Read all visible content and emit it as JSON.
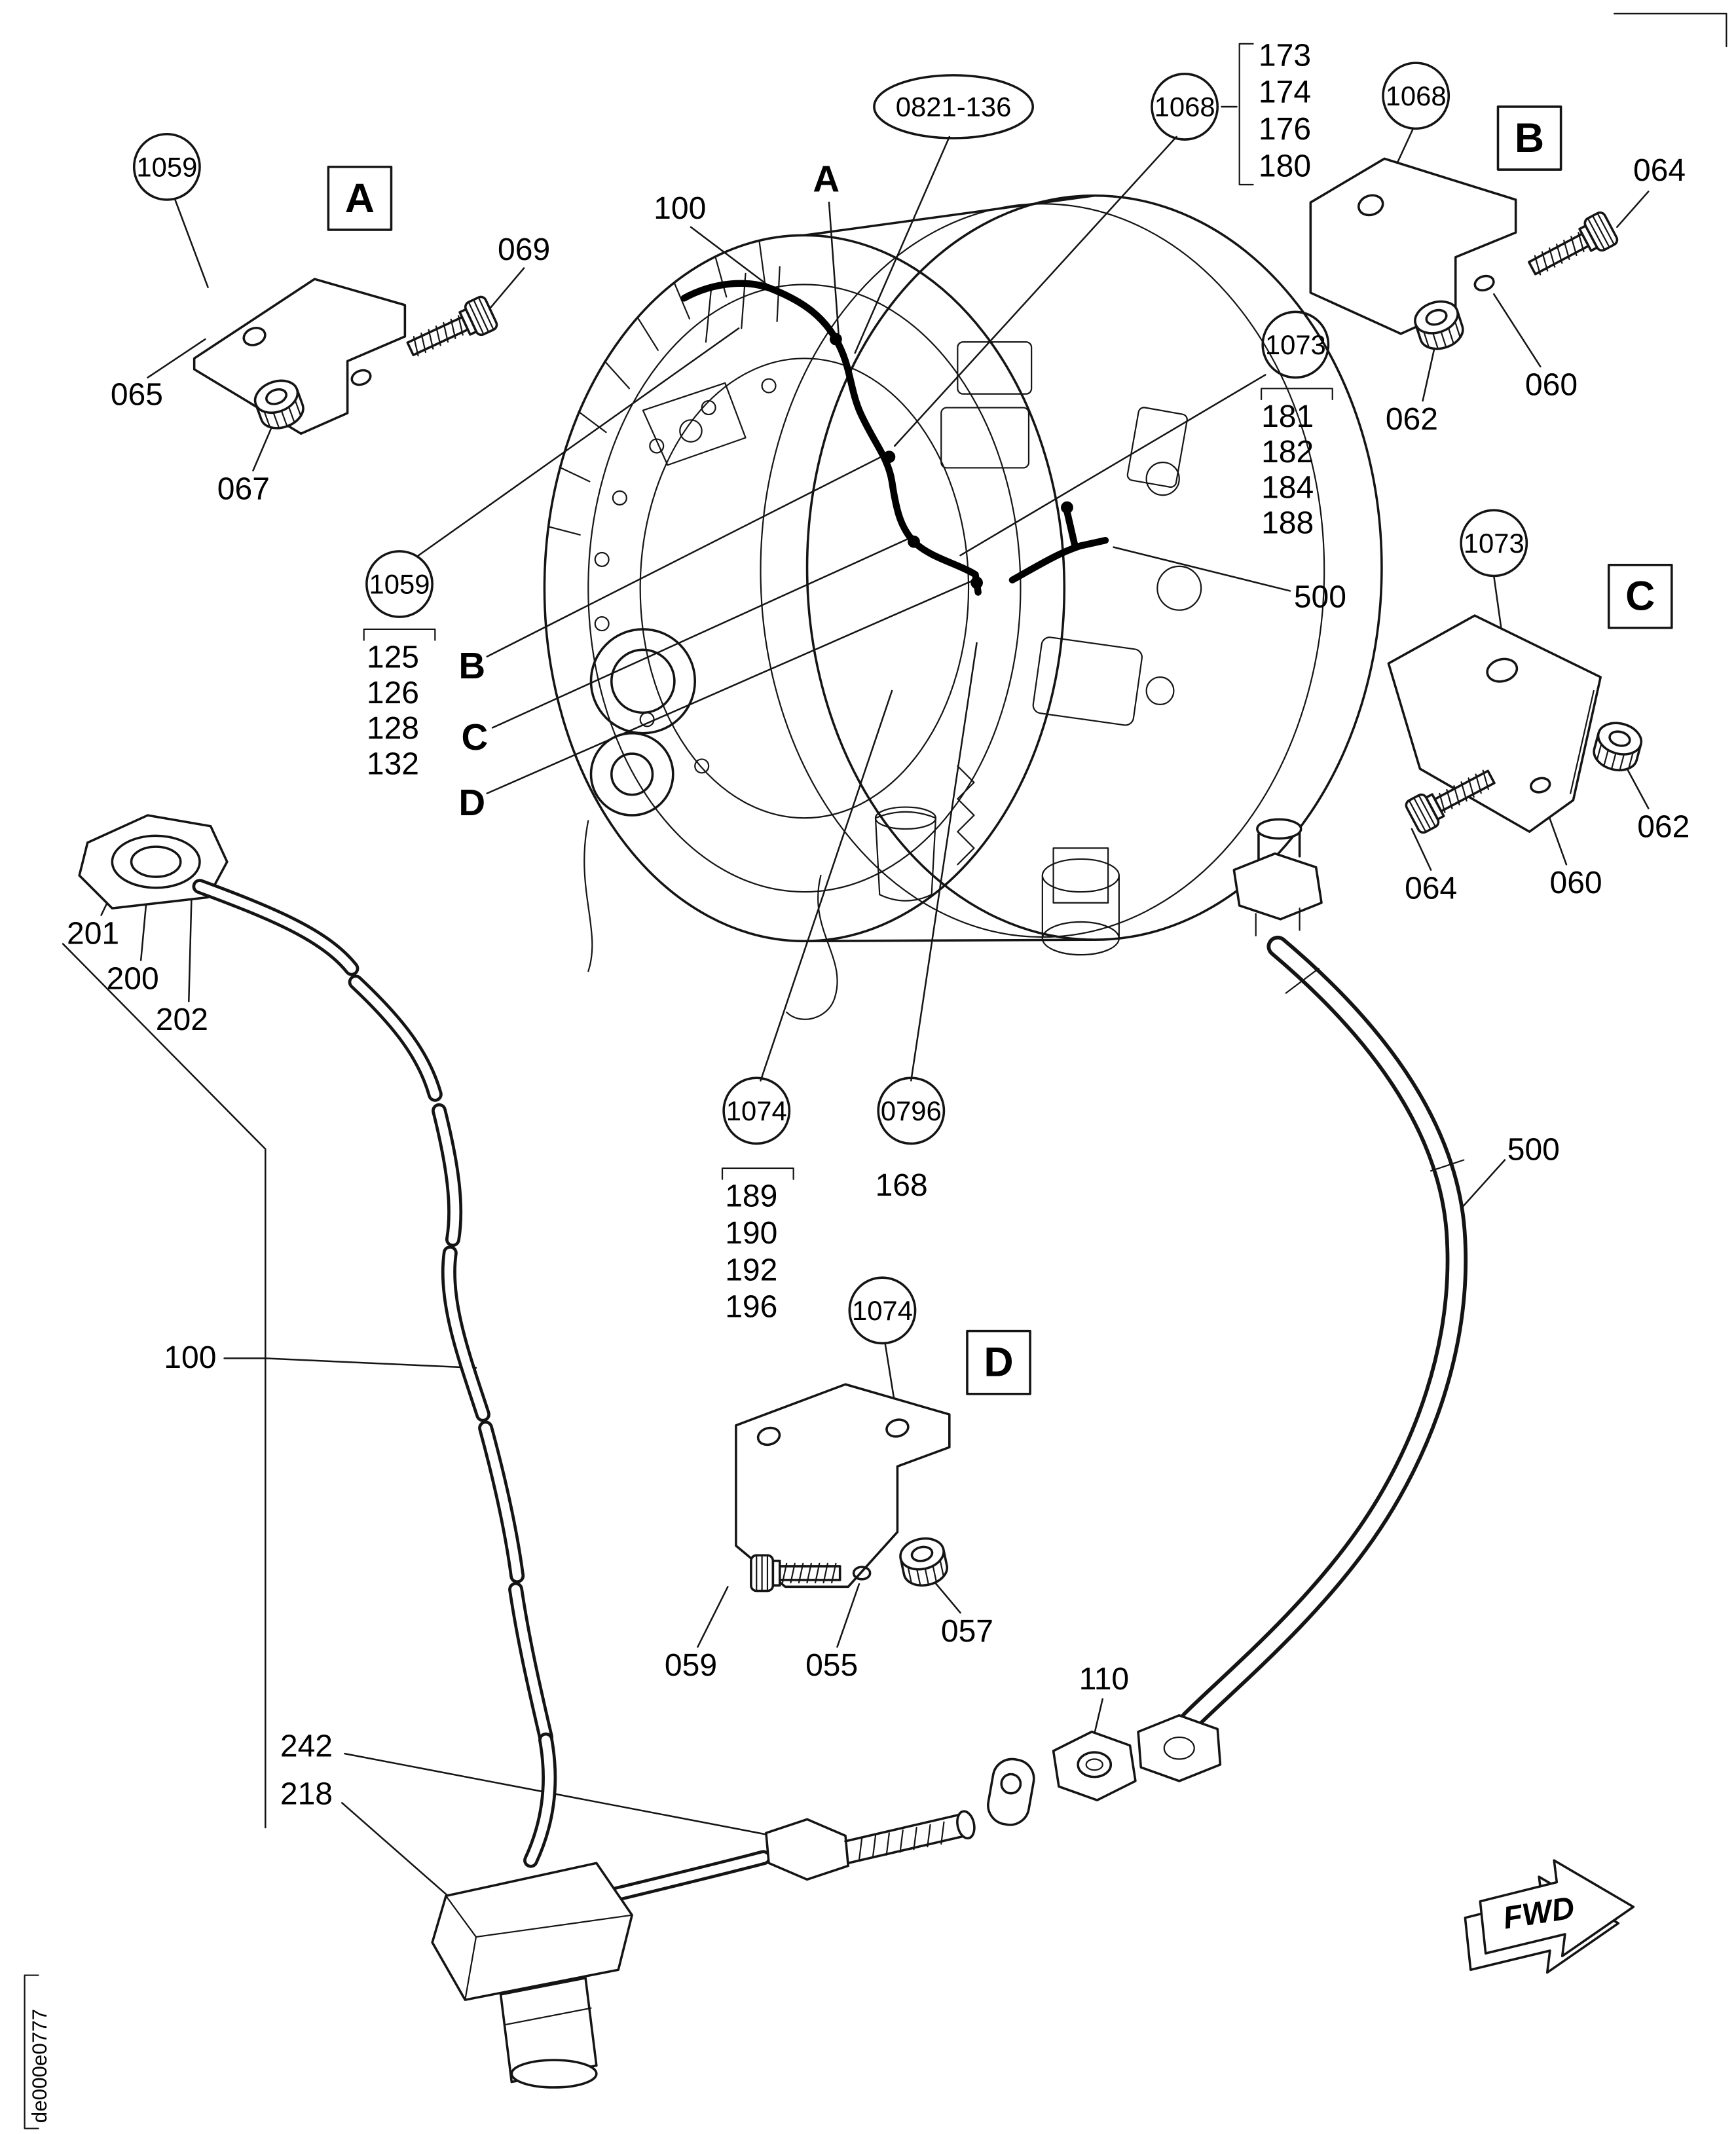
{
  "drawing": {
    "code": "de000e0777"
  },
  "fwd": {
    "label": "FWD"
  },
  "section_a": {
    "ref": "1059",
    "letter": "A",
    "bolt": "069",
    "bracket": "065",
    "nut": "067"
  },
  "section_b": {
    "ref": "1068",
    "letter": "B",
    "bolt": "064",
    "nut": "062",
    "spacer": "060"
  },
  "section_c": {
    "ref": "1073",
    "letter": "C",
    "bolt": "064",
    "spacer": "060",
    "nut": "062"
  },
  "section_d": {
    "ref": "1074",
    "letter": "D",
    "bolt": "059",
    "bracket": "055",
    "nut": "057"
  },
  "main": {
    "pipe_ref": "0821-136",
    "pipe_num": "100",
    "point_a": "A",
    "point_b": "B",
    "point_c": "C",
    "point_d": "D",
    "clip_ref_top": "1068",
    "clip_list_top": [
      "173",
      "174",
      "176",
      "180"
    ],
    "clip_ref_mid": "1073",
    "clip_list_mid": [
      "181",
      "182",
      "184",
      "188"
    ],
    "hose_num": "500",
    "left_ref": "1059",
    "left_list": [
      "125",
      "126",
      "128",
      "132"
    ],
    "bottom_ref1": "1074",
    "bottom_list1": [
      "189",
      "190",
      "192",
      "196"
    ],
    "bottom_ref2": "0796",
    "bottom_part": "168"
  },
  "left_pipe": {
    "nut": "201",
    "washer": "200",
    "tube": "202",
    "pipe_num": "100"
  },
  "bottom_assy": {
    "union": "242",
    "sensor": "218",
    "nut": "110"
  },
  "right_hose": {
    "num": "500"
  }
}
